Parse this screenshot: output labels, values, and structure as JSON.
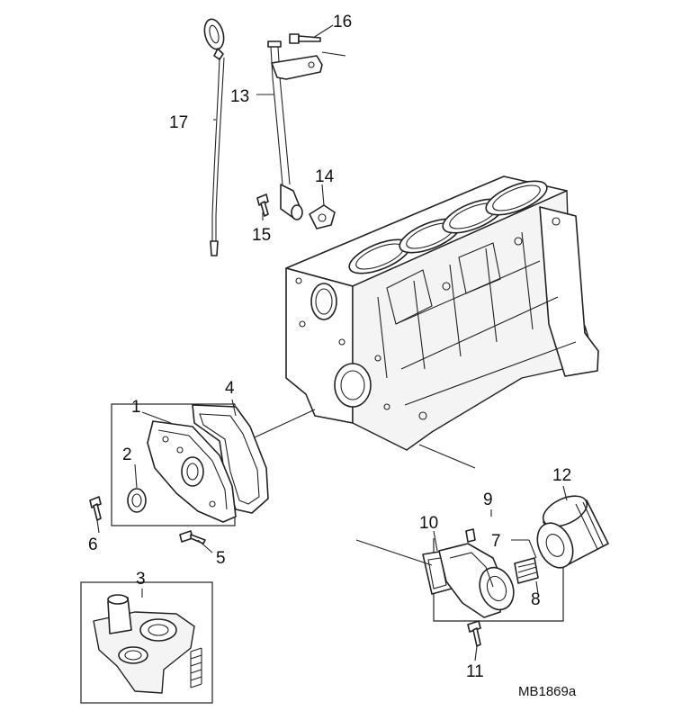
{
  "diagram": {
    "drawing_code": "MB1869a",
    "callouts": [
      {
        "id": "c1",
        "label": "1"
      },
      {
        "id": "c2",
        "label": "2"
      },
      {
        "id": "c3",
        "label": "3"
      },
      {
        "id": "c4",
        "label": "4"
      },
      {
        "id": "c5",
        "label": "5"
      },
      {
        "id": "c6",
        "label": "6"
      },
      {
        "id": "c7",
        "label": "7"
      },
      {
        "id": "c8",
        "label": "8"
      },
      {
        "id": "c9",
        "label": "9"
      },
      {
        "id": "c10",
        "label": "10"
      },
      {
        "id": "c11",
        "label": "11"
      },
      {
        "id": "c12",
        "label": "12"
      },
      {
        "id": "c13",
        "label": "13"
      },
      {
        "id": "c14",
        "label": "14"
      },
      {
        "id": "c15",
        "label": "15"
      },
      {
        "id": "c16",
        "label": "16"
      },
      {
        "id": "c17",
        "label": "17"
      }
    ]
  }
}
